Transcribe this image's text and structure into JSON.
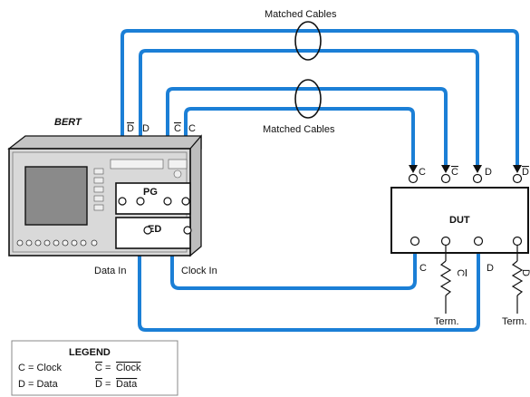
{
  "labels": {
    "matched_cables_top": "Matched Cables",
    "matched_cables_mid": "Matched Cables",
    "bert": "BERT",
    "pg": "PG",
    "ed": "ED",
    "dut": "DUT",
    "data_in": "Data In",
    "clock_in": "Clock In",
    "term_left": "Term.",
    "term_right": "Term."
  },
  "bert_ports": {
    "d_bar": "D",
    "d": "D",
    "c_bar": "C",
    "c": "C"
  },
  "dut_inputs": {
    "c": "C",
    "c_bar": "C",
    "d": "D",
    "d_bar": "D"
  },
  "dut_outputs": {
    "c": "C",
    "c_bar": "C",
    "d": "D",
    "d_bar": "D"
  },
  "legend": {
    "title": "LEGEND",
    "clock_key": "C",
    "clock_eq": "= Clock",
    "clock_bar_key": "C",
    "clock_bar_eq": "=",
    "clock_bar_val": "Clock",
    "data_key": "D",
    "data_eq": "= Data",
    "data_bar_key": "D",
    "data_bar_eq": "=",
    "data_bar_val": "Data"
  },
  "colors": {
    "cable": "#1b7fd6",
    "instrument_body": "#d9d9d9",
    "screen": "#8a8a8a"
  }
}
